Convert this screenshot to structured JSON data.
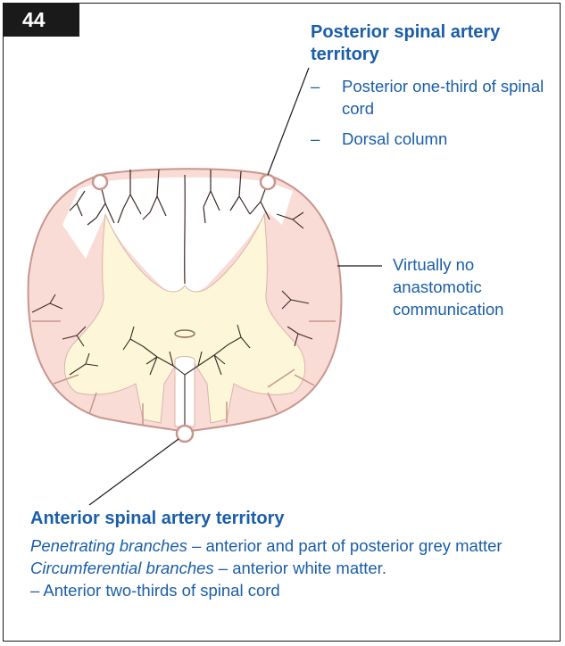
{
  "figure_number": "44",
  "posterior": {
    "title": "Posterior spinal artery territory",
    "items": [
      {
        "dash": "–",
        "text": "Posterior one-third of spinal cord"
      },
      {
        "dash": "–",
        "text": "Dorsal column"
      }
    ]
  },
  "anastomosis_label": "Virtually no anastomotic communication",
  "anterior": {
    "title": "Anterior spinal artery territory",
    "penetrating": {
      "term": "Penetrating branches",
      "desc": " – anterior and part of posterior grey matter"
    },
    "circumferential": {
      "term": "Circumferential branches",
      "desc": " – anterior white matter."
    },
    "summary": "– Anterior two-thirds of spinal cord"
  },
  "colors": {
    "text_blue": "#1a5ea8",
    "outline": "#c8968e",
    "white_matter": "#f9dcd6",
    "grey_matter": "#fdf6d8",
    "vessel": "#3a2a26",
    "badge": "#1a1a1a"
  }
}
